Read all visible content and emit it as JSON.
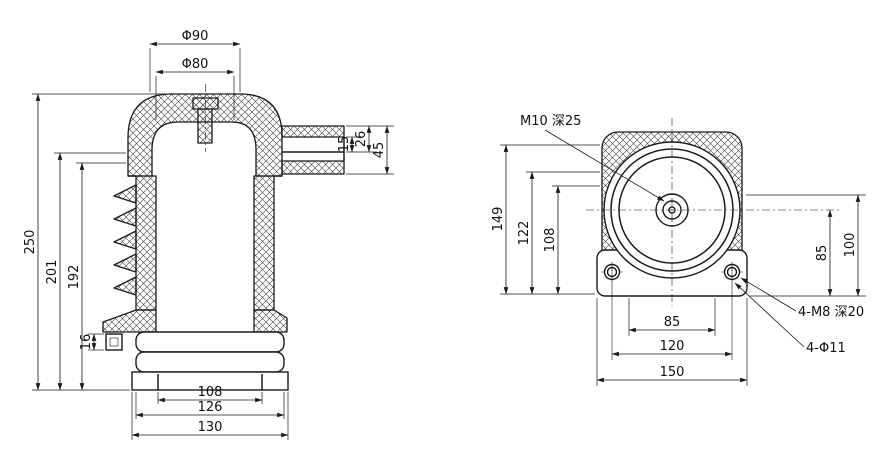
{
  "drawing": {
    "left_view": {
      "dims": {
        "phi90": "Φ90",
        "phi80": "Φ80",
        "h15": "15",
        "h26": "26",
        "h45": "45",
        "h250": "250",
        "h201": "201",
        "h192": "192",
        "h16": "16",
        "w108": "108",
        "w126": "126",
        "w130": "130"
      }
    },
    "right_view": {
      "labels": {
        "center_thread": "M10 深25",
        "corner_thread": "4-M8 深20",
        "through_hole": "4-Φ11"
      },
      "dims": {
        "v85": "85",
        "v100": "100",
        "v149": "149",
        "v122": "122",
        "v108": "108",
        "b85": "85",
        "b120": "120",
        "b150": "150"
      }
    },
    "colors": {
      "line": "#1a1a1a",
      "background": "#ffffff"
    }
  }
}
